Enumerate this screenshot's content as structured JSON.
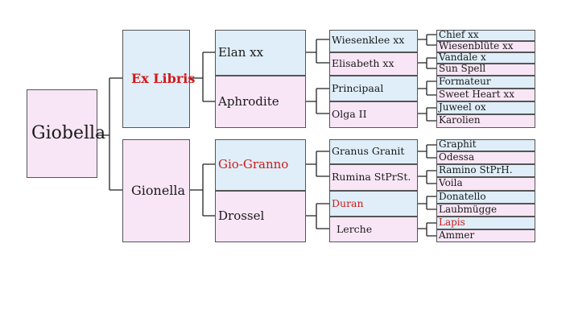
{
  "colors": {
    "blue": "#dfeef8",
    "pink": "#f8e6f6",
    "highlight": "#d11a1a"
  },
  "pedigree": {
    "subject": "Giobella",
    "sire": {
      "name": "Ex Libris",
      "sire": {
        "name": "Elan xx",
        "sire": {
          "name": "Wiesenklee xx",
          "sire": "Chief xx",
          "dam": "Wiesenblüte xx"
        },
        "dam": {
          "name": "Elisabeth xx",
          "sire": "Vandale x",
          "dam": "Sun Spell"
        }
      },
      "dam": {
        "name": "Aphrodite",
        "sire": {
          "name": "Principaal",
          "sire": "Formateur",
          "dam": "Sweet Heart xx"
        },
        "dam": {
          "name": "Olga II",
          "sire": "Juweel ox",
          "dam": "Karolien"
        }
      }
    },
    "dam": {
      "name": "Gionella",
      "sire": {
        "name": "Gio-Granno",
        "sire": {
          "name": "Granus Granit",
          "sire": "Graphit",
          "dam": "Odessa"
        },
        "dam": {
          "name": "Rumina StPrSt.",
          "sire": "Ramino StPrH.",
          "dam": "Voila"
        }
      },
      "dam": {
        "name": "Drossel",
        "sire": {
          "name": "Duran",
          "sire": "Donatello",
          "dam": "Laubmügge"
        },
        "dam": {
          "name": "Lerche",
          "sire": "Lapis",
          "dam": "Ammer"
        }
      }
    }
  }
}
